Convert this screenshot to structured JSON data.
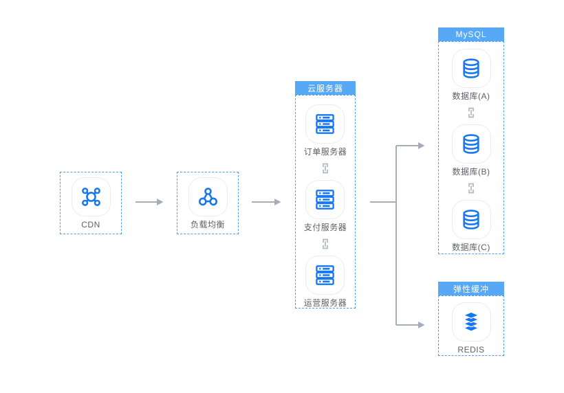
{
  "palette": {
    "icon_blue": "#1677F2",
    "group_header_blue": "#57A9F6",
    "dashed_border_blue": "#4C9EF1",
    "arrow_gray": "#A5ADB8",
    "chain_gray": "#B4BBC5",
    "label_gray": "#5C6066"
  },
  "nodes": {
    "cdn": {
      "label": "CDN",
      "icon": "network-hub-icon"
    },
    "load_balancer": {
      "label": "负载均衡",
      "icon": "load-balancer-icon"
    }
  },
  "groups": {
    "cloud_server": {
      "title": "云服务器",
      "items": [
        {
          "label": "订单服务器",
          "icon": "server-icon"
        },
        {
          "label": "支付服务器",
          "icon": "server-icon"
        },
        {
          "label": "运营服务器",
          "icon": "server-icon"
        }
      ]
    },
    "mysql": {
      "title": "MySQL",
      "items": [
        {
          "label": "数据库(A)",
          "icon": "database-icon"
        },
        {
          "label": "数据库(B)",
          "icon": "database-icon"
        },
        {
          "label": "数据库(C)",
          "icon": "database-icon"
        }
      ]
    },
    "elastic_cache": {
      "title": "弹性缓冲",
      "items": [
        {
          "label": "REDIS",
          "icon": "redis-stack-icon"
        }
      ]
    }
  }
}
